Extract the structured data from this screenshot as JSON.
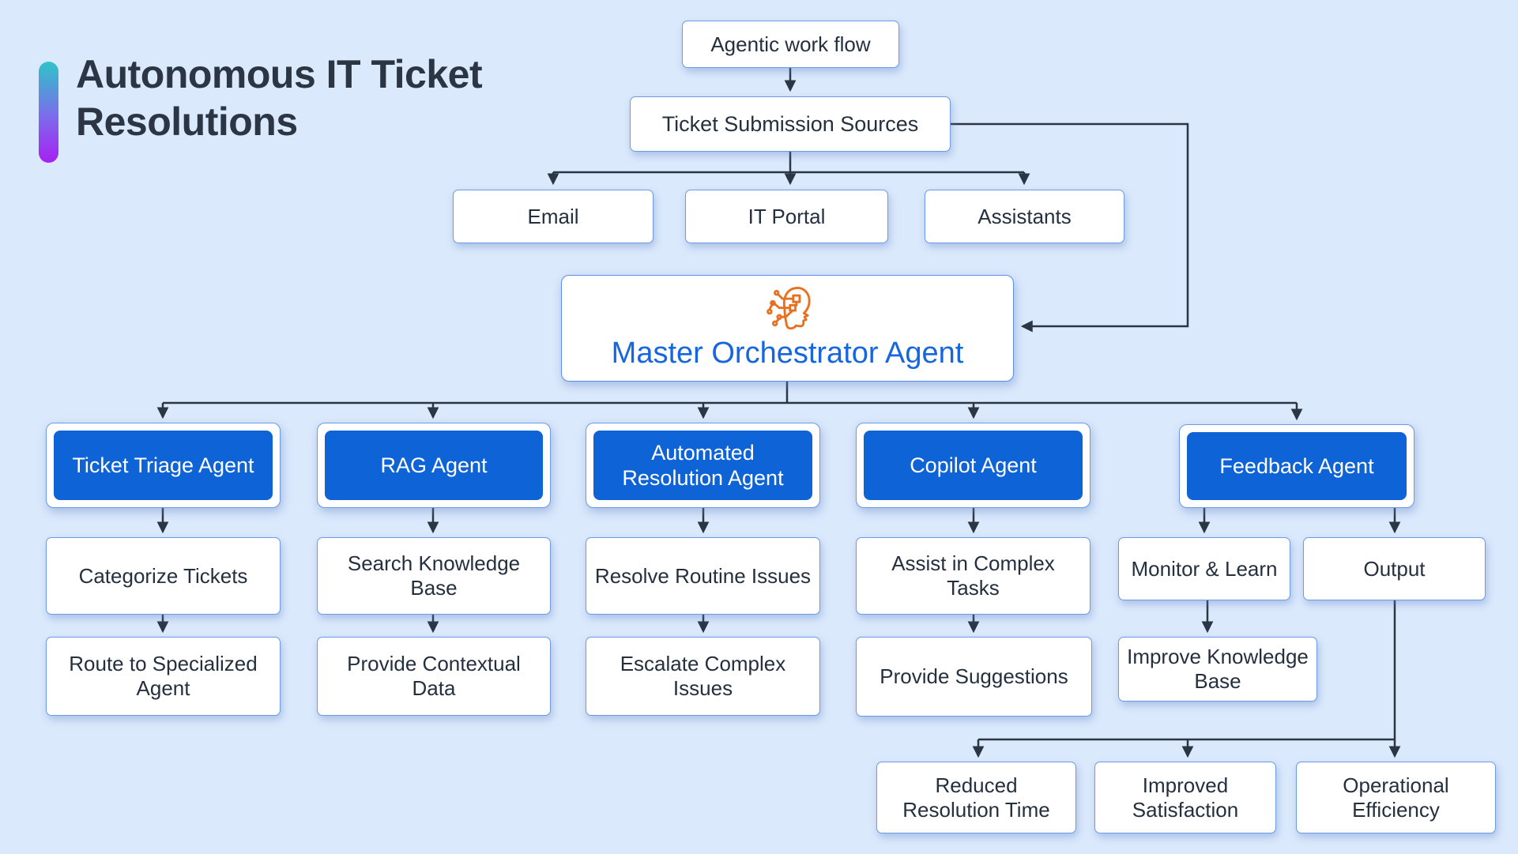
{
  "colors": {
    "background": "#dbe9fc",
    "agent_fill_blue": "#0e63d6",
    "master_text_blue": "#1566df",
    "connector_dark": "#2b3645",
    "node_border_blue": "#6b9ae6",
    "icon_orange": "#e8711f",
    "title_text": "#2b3543",
    "title_gradient_top": "#2ec5c9",
    "title_gradient_bottom": "#a621f1"
  },
  "title": {
    "line1": "Autonomous IT Ticket",
    "line2": "Resolutions"
  },
  "workflow": {
    "entry_label": "Agentic work flow",
    "sources_label": "Ticket Submission Sources",
    "source_channels": [
      "Email",
      "IT Portal",
      "Assistants"
    ],
    "master_label": "Master Orchestrator Agent",
    "master_icon": "ai-head-icon"
  },
  "agents": [
    {
      "label": "Ticket Triage Agent",
      "steps": [
        "Categorize Tickets",
        "Route to Specialized Agent"
      ]
    },
    {
      "label": "RAG Agent",
      "steps": [
        "Search Knowledge Base",
        "Provide Contextual Data"
      ]
    },
    {
      "label": "Automated Resolution Agent",
      "steps": [
        "Resolve Routine Issues",
        "Escalate Complex Issues"
      ]
    },
    {
      "label": "Copilot Agent",
      "steps": [
        "Assist in Complex Tasks",
        "Provide Suggestions"
      ]
    },
    {
      "label": "Feedback Agent",
      "steps": [
        "Monitor & Learn",
        "Output",
        "Improve Knowledge Base"
      ]
    }
  ],
  "outcomes": [
    "Reduced Resolution Time",
    "Improved Satisfaction",
    "Operational Efficiency"
  ]
}
